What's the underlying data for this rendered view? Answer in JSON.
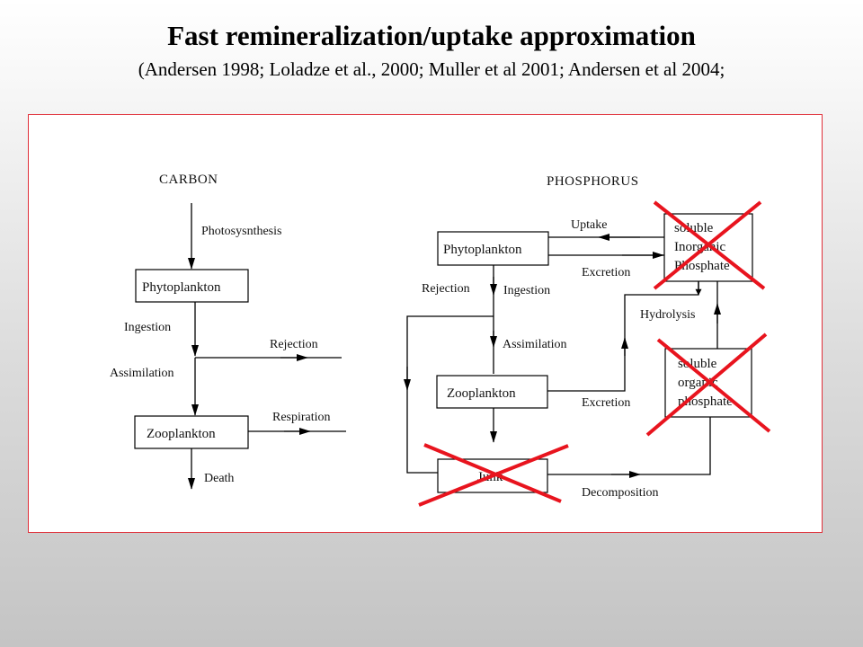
{
  "header": {
    "title": "Fast remineralization/uptake approximation",
    "subtitle": "(Andersen 1998; Loladze et al., 2000; Muller et al 2001; Andersen et al 2004;"
  },
  "carbon": {
    "heading": "CARBON",
    "photosynthesis": "Photosysnthesis",
    "phytoplankton": "Phytoplankton",
    "ingestion": "Ingestion",
    "rejection": "Rejection",
    "assimilation": "Assimilation",
    "zooplankton": "Zooplankton",
    "respiration": "Respiration",
    "death": "Death"
  },
  "phosphorus": {
    "heading": "PHOSPHORUS",
    "phytoplankton": "Phytoplankton",
    "uptake": "Uptake",
    "excretion_top": "Excretion",
    "sip_line1": "soluble",
    "sip_line2": "Inorganic",
    "sip_line3": "Phosphate",
    "rejection": "Rejection",
    "ingestion": "Ingestion",
    "hydrolysis": "Hydrolysis",
    "assimilation": "Assimilation",
    "zooplankton": "Zooplankton",
    "excretion_bottom": "Excretion",
    "sop_line1": "soluble",
    "sop_line2": "organic",
    "sop_line3": "phosphate",
    "junk": "Junk",
    "decomposition": "Decomposition"
  },
  "colors": {
    "cross": "#e8141e",
    "frame": "#e0303a"
  }
}
